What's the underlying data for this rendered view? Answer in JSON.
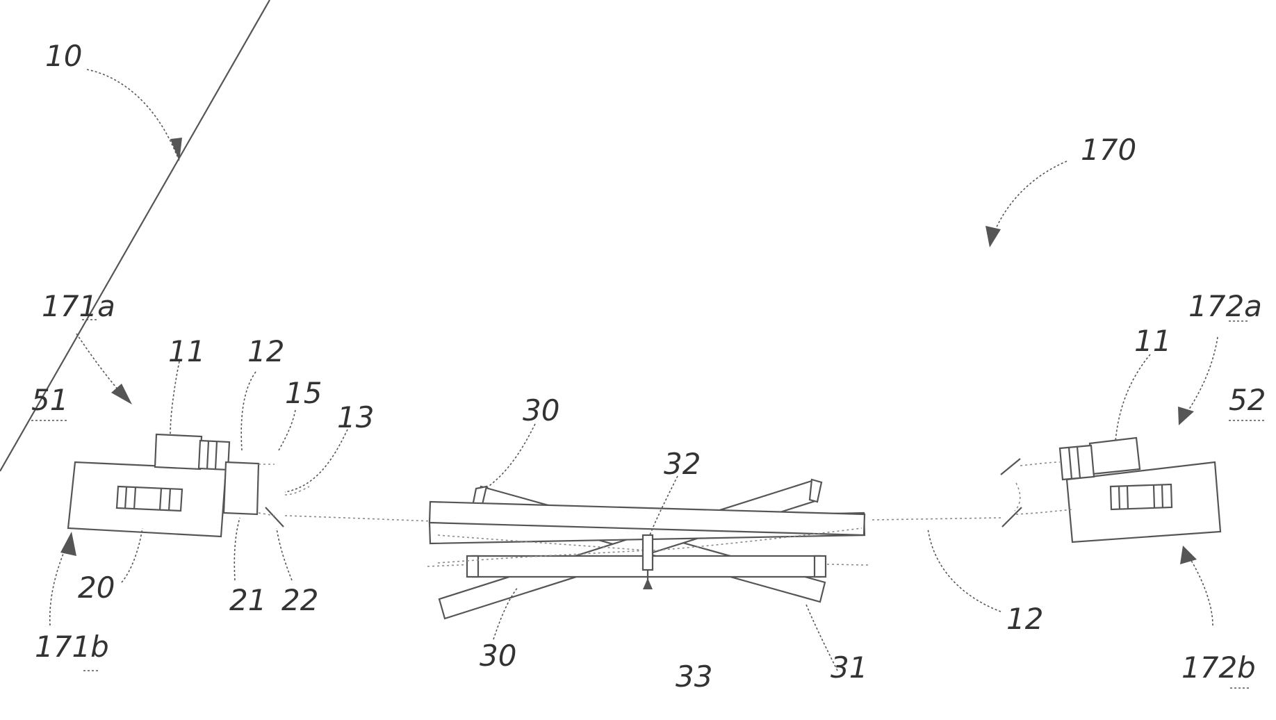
{
  "figure": {
    "refs": {
      "system": "10",
      "assembly": "170",
      "left_top_unit": "171a",
      "left_bottom_unit": "171b",
      "right_top_unit": "172a",
      "right_bottom_unit": "172b",
      "left_station": "51",
      "right_station": "52",
      "left_camera": "11",
      "right_camera": "11",
      "left_beam": "12",
      "right_beam": "12",
      "splitter_upper": "15",
      "beam_branch": "13",
      "housing": "20",
      "lower_path": "21",
      "splitter_lower": "22",
      "rod_upper": "30",
      "rod_lower": "30",
      "rod_right": "31",
      "center_top": "32",
      "center_bottom": "33"
    }
  }
}
